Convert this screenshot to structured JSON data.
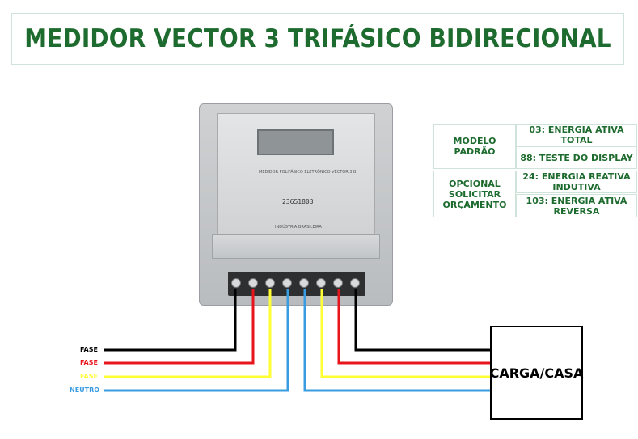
{
  "title": "MEDIDOR VECTOR 3 TRIFÁSICO BIDIRECIONAL",
  "table": {
    "group1_label": "MODELO\nPADRÃO",
    "group1_items": [
      "03: ENERGIA ATIVA TOTAL",
      "88: TESTE DO DISPLAY"
    ],
    "group2_label": "OPCIONAL\nSOLICITAR\nORÇAMENTO",
    "group2_items": [
      "24: ENERGIA REATIVA\nINDUTIVA",
      "103: ENERGIA ATIVA\nREVERSA"
    ]
  },
  "meter": {
    "model_text": "MEDIDOR POLIFÁSICO ELETRÔNICO VECTOR 3 B",
    "serial": "23651803",
    "brand": "INDÚSTRIA BRASILEIRA"
  },
  "wires": [
    {
      "label": "FASE",
      "color": "#000000"
    },
    {
      "label": "FASE",
      "color": "#e8141c"
    },
    {
      "label": "FASE",
      "color": "#ffff33"
    },
    {
      "label": "NEUTRO",
      "color": "#3a9ce0"
    }
  ],
  "load": "CARGA/CASA"
}
